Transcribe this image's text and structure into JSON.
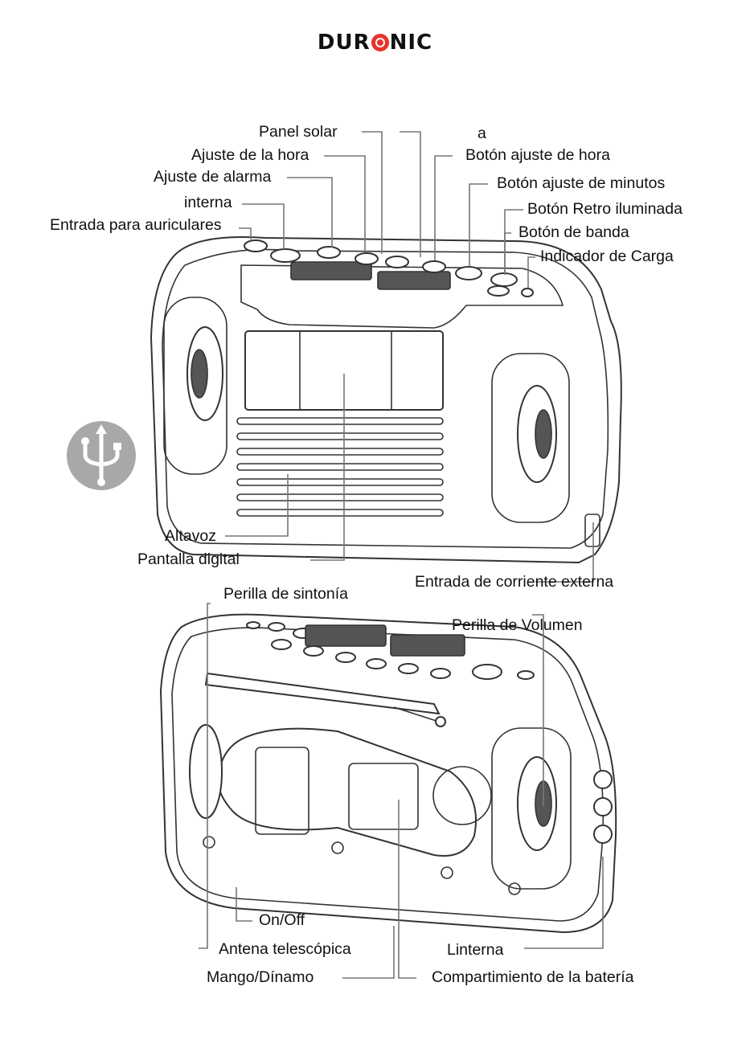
{
  "brand": {
    "text_left": "DUR",
    "text_right": "NIC",
    "accent_color": "#e8332a"
  },
  "usb_icon": {
    "name": "usb-icon",
    "color": "#a8a8a8"
  },
  "top_view": {
    "labels": {
      "panel_solar": "Panel solar",
      "a": "a",
      "ajuste_hora": "Ajuste de la hora",
      "boton_ajuste_hora": "Botón ajuste de hora",
      "ajuste_alarma": "Ajuste de alarma",
      "boton_ajuste_minutos": "Botón ajuste de minutos",
      "interna": "interna",
      "boton_retro": "Botón Retro iluminada",
      "auriculares": "Entrada para auriculares",
      "boton_banda": "Botón de banda",
      "indicador_carga": "Indicador de Carga",
      "altavoz": "Altavoz",
      "pantalla": "Pantalla digital",
      "corriente": "Entrada de corriente externa"
    }
  },
  "bottom_view": {
    "labels": {
      "sintonia": "Perilla de sintonía",
      "volumen": "Perilla de Volumen",
      "onoff": "On/Off",
      "antena": "Antena telescópica",
      "linterna": "Linterna",
      "mango": "Mango/Dínamo",
      "bateria": "Compartimiento de la batería"
    }
  }
}
